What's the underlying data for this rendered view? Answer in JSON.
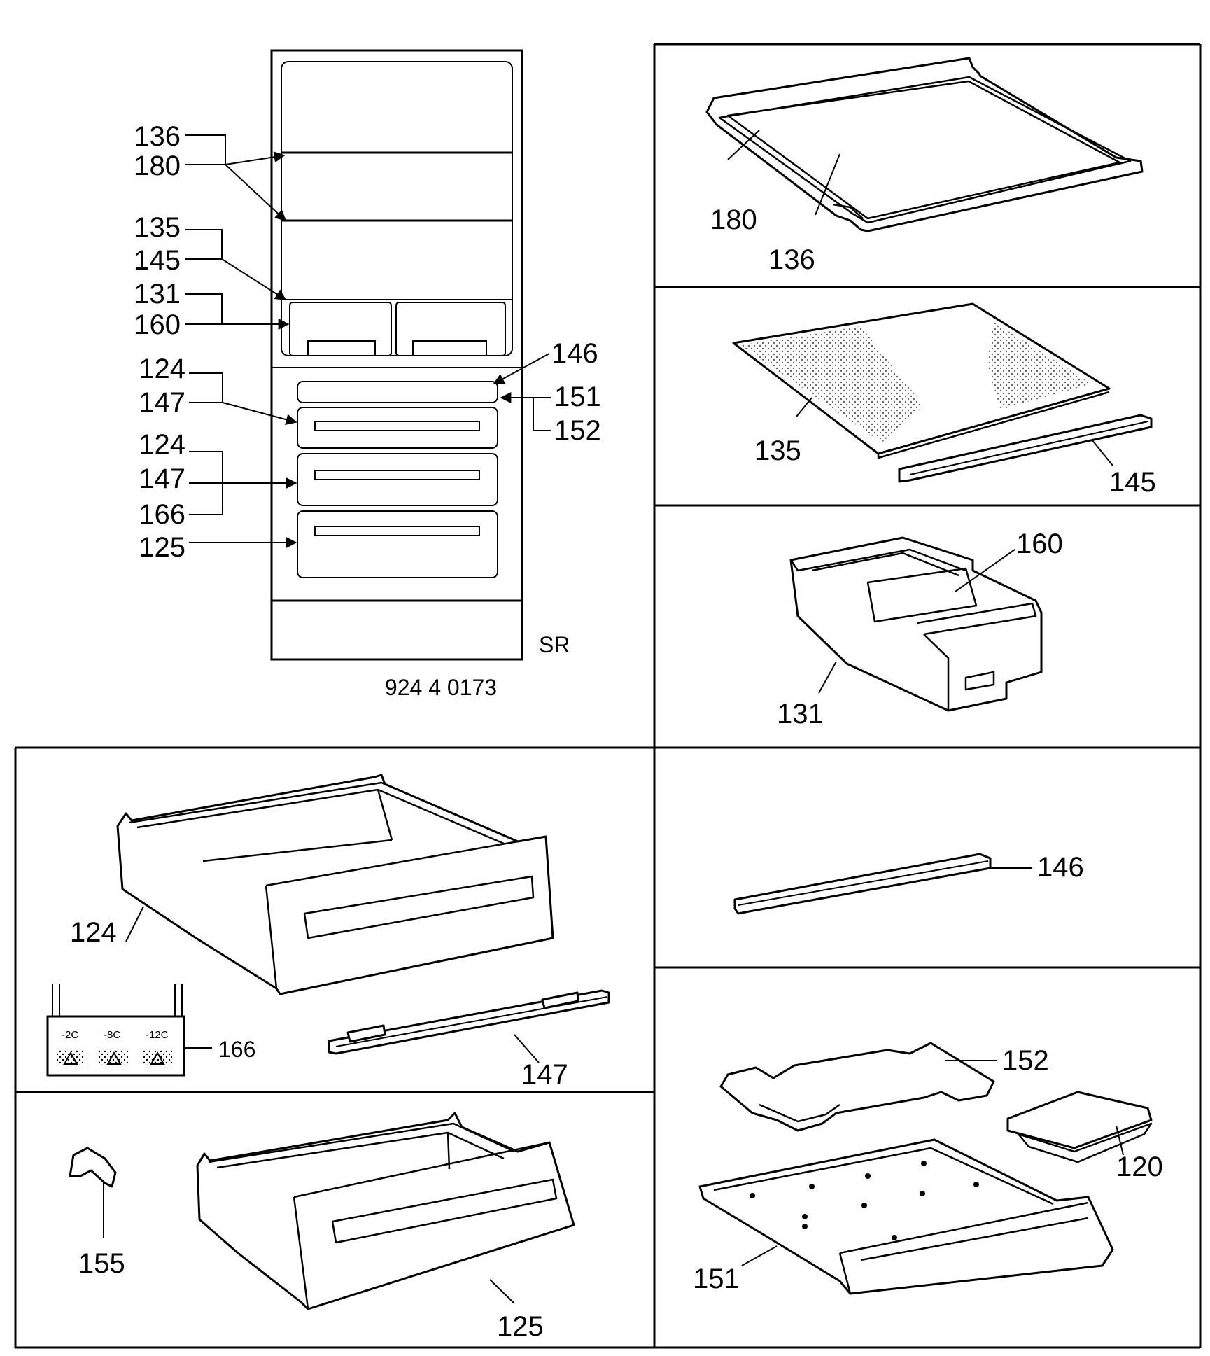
{
  "overview": {
    "doc_code": "924 4 0173",
    "variant": "SR",
    "callouts": [
      "136",
      "180",
      "135",
      "145",
      "131",
      "160",
      "124",
      "147",
      "124",
      "147",
      "166",
      "125",
      "146",
      "151",
      "152"
    ]
  },
  "parts": {
    "p180": "180",
    "p136": "136",
    "p135": "135",
    "p145": "145",
    "p160": "160",
    "p131": "131",
    "p124": "124",
    "p166": "166",
    "p147": "147",
    "p146": "146",
    "p155": "155",
    "p125": "125",
    "p152": "152",
    "p120": "120",
    "p151": "151"
  },
  "label_166": {
    "t1": "-2C",
    "t2": "-8C",
    "t3": "-12C"
  }
}
